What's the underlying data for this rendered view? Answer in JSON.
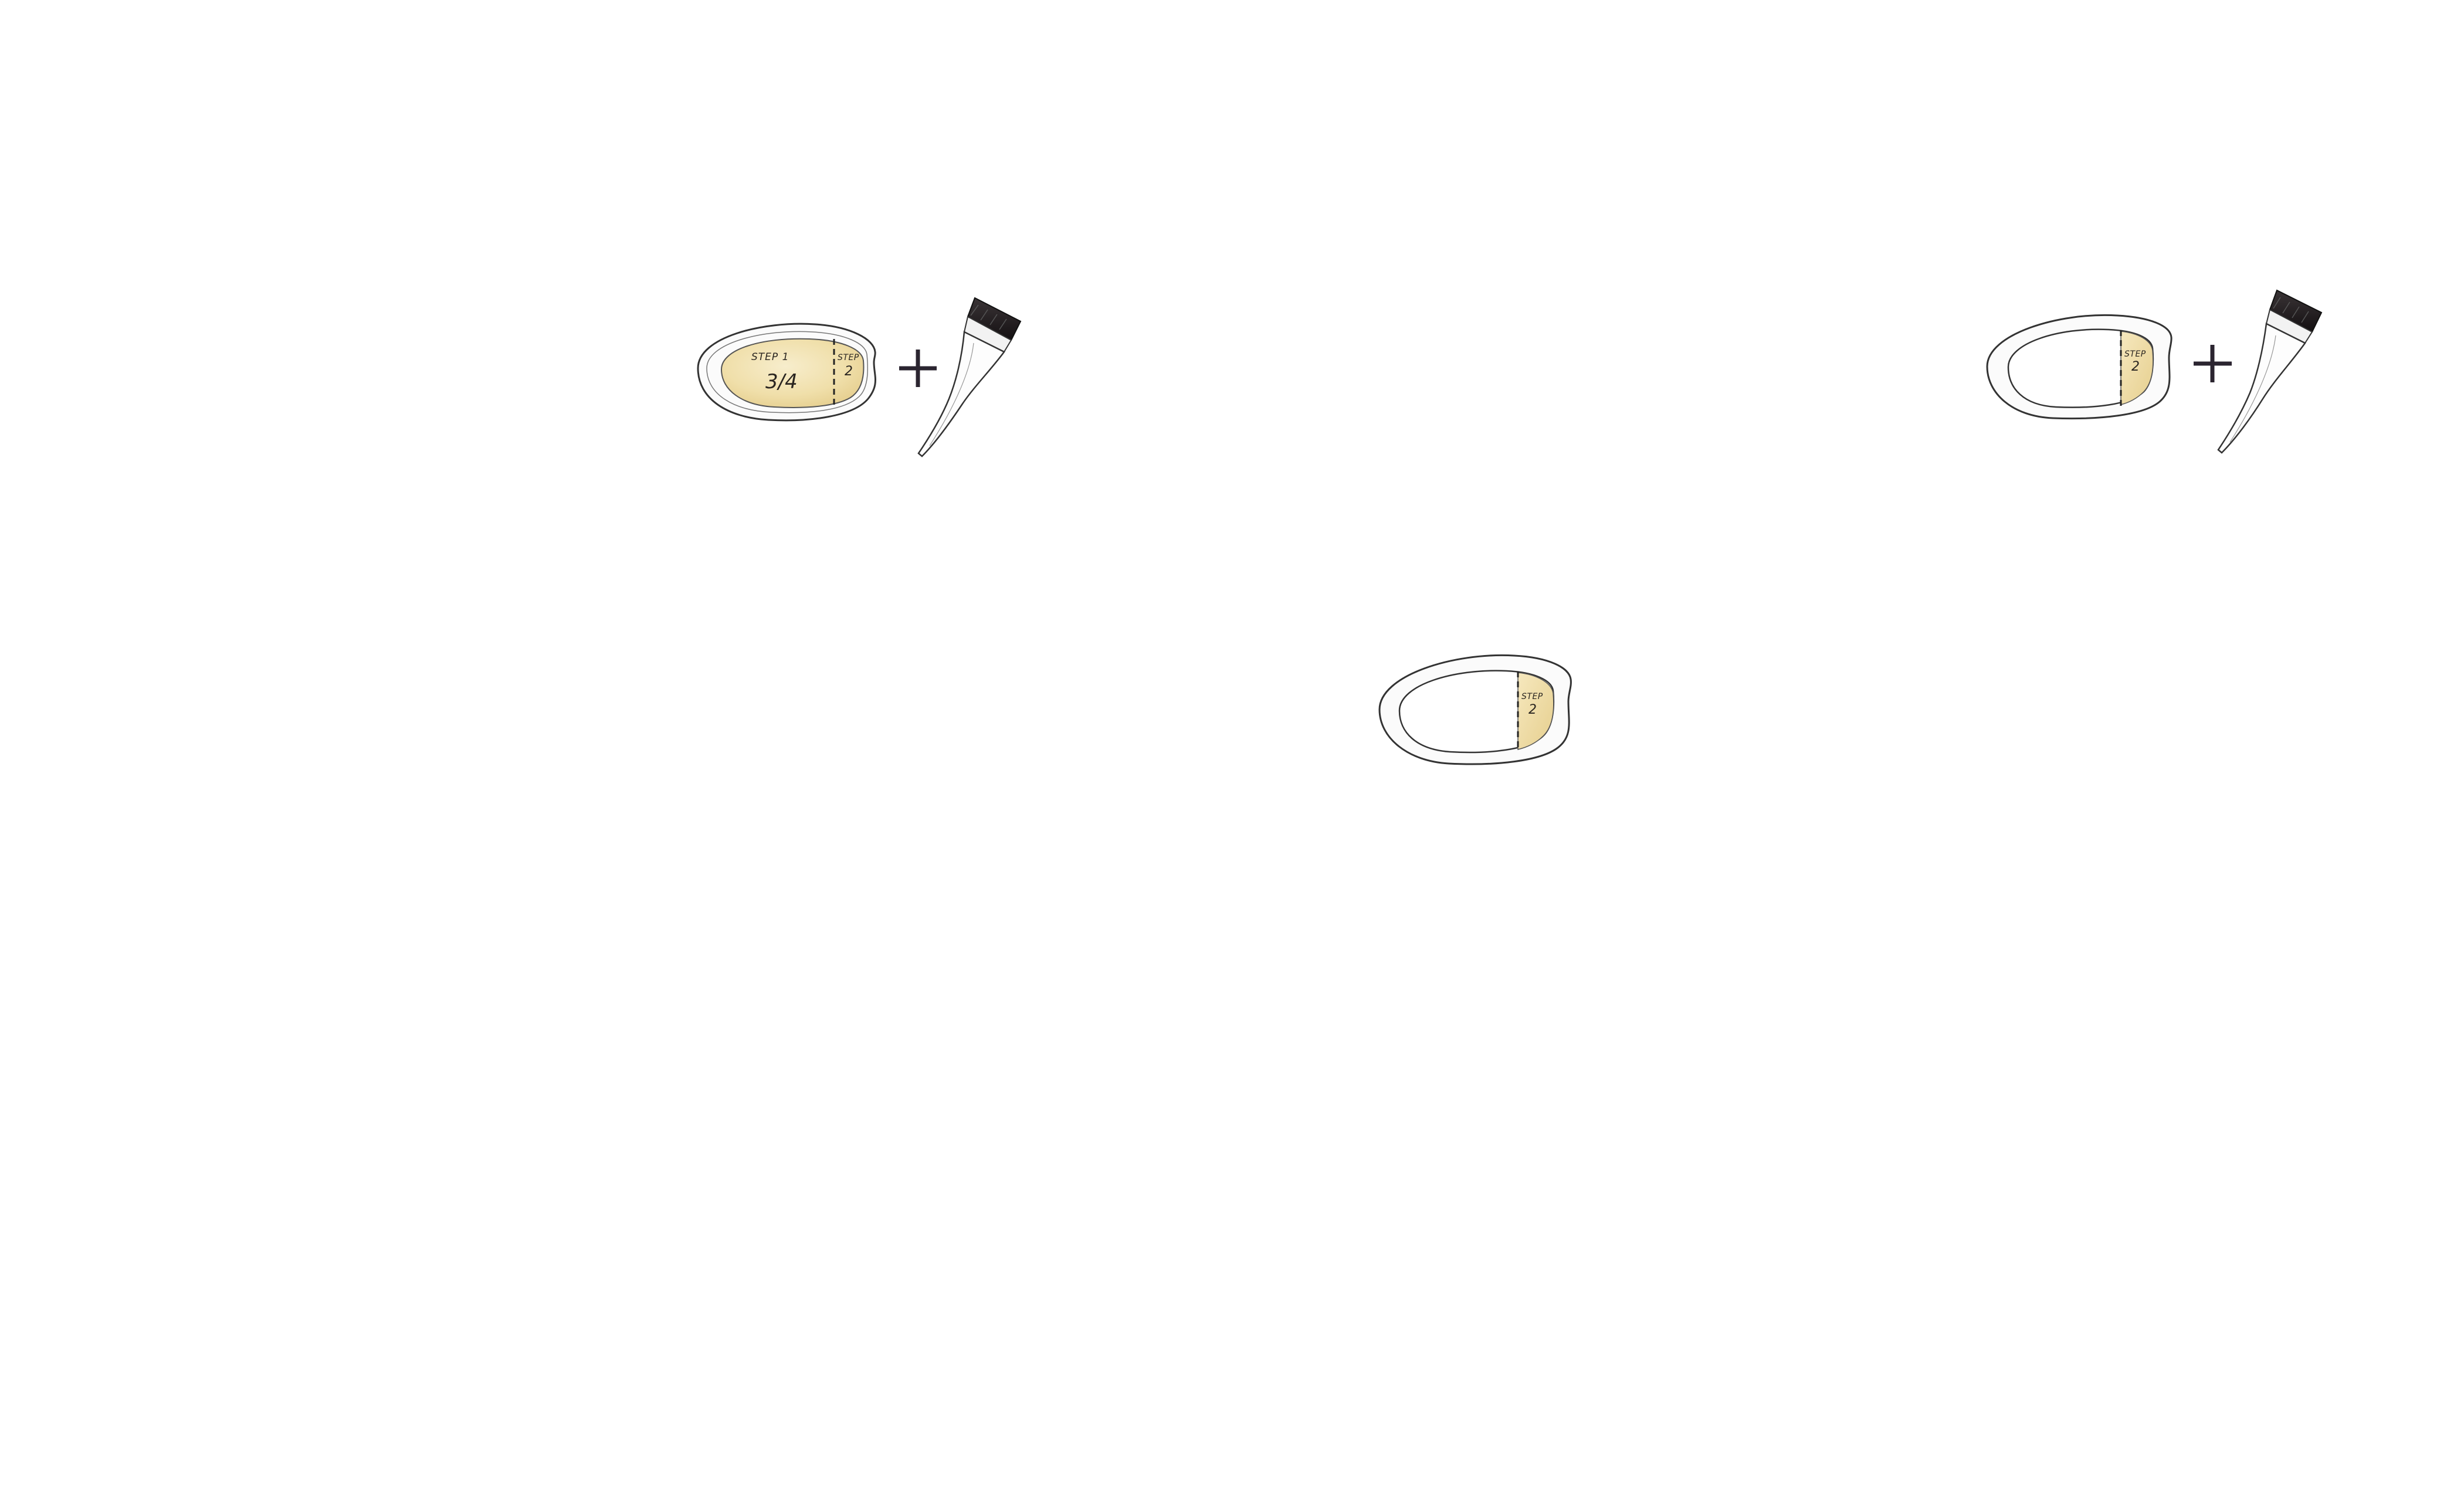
{
  "colors": {
    "background": "#ffffff",
    "mixture_fill": "#efdca6",
    "mixture_fill_light": "#f6ebc8",
    "outline": "#3a3a3a",
    "brush_bristles": "#1e1a1c",
    "plus": "#2b2530"
  },
  "bowl_left": {
    "step1_label": "STEP 1",
    "step1_amount": "3/4",
    "step2_label": "STEP",
    "step2_number": "2"
  },
  "bowl_right": {
    "step2_label": "STEP",
    "step2_number": "2"
  },
  "bowl_center": {
    "step2_label": "STEP",
    "step2_number": "2"
  },
  "icons": {
    "plus": "plus-icon",
    "brush": "tint-brush-icon",
    "bowl": "mixing-bowl-icon"
  }
}
